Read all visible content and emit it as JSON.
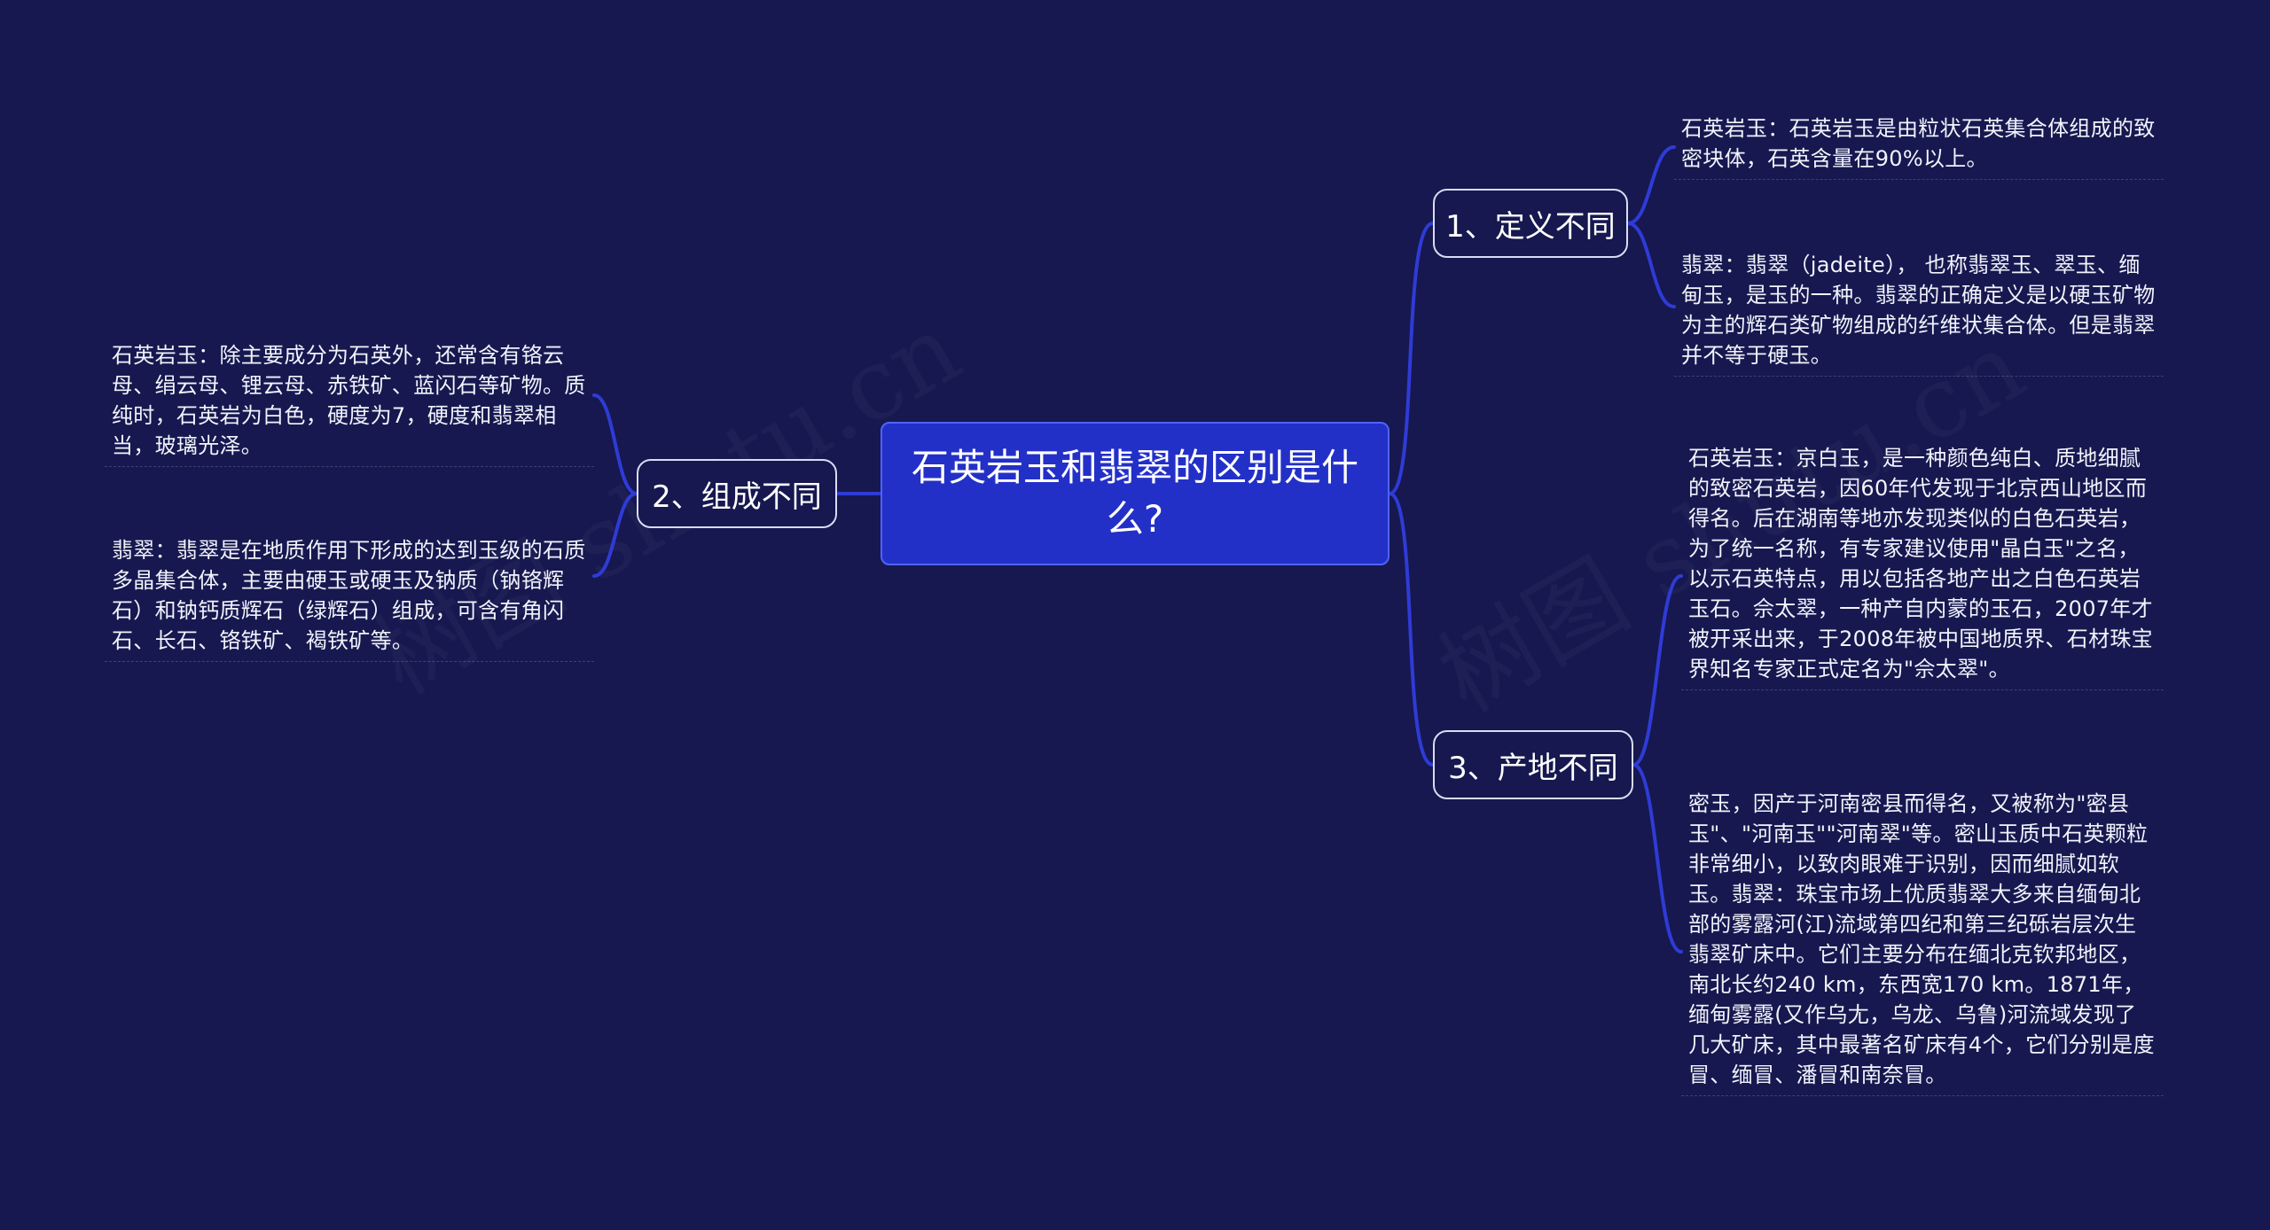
{
  "root": {
    "title": "石英岩玉和翡翠的区别是什么?"
  },
  "branches": {
    "definition": {
      "label": "1、定义不同",
      "leaves": [
        "石英岩玉：石英岩玉是由粒状石英集合体组成的致密块体，石英含量在90%以上。",
        "翡翠：翡翠（jadeite）， 也称翡翠玉、翠玉、缅甸玉，是玉的一种。翡翠的正确定义是以硬玉矿物为主的辉石类矿物组成的纤维状集合体。但是翡翠并不等于硬玉。"
      ]
    },
    "composition": {
      "label": "2、组成不同",
      "leaves": [
        "石英岩玉：除主要成分为石英外，还常含有铬云母、绢云母、锂云母、赤铁矿、蓝闪石等矿物。质纯时，石英岩为白色，硬度为7，硬度和翡翠相当，玻璃光泽。",
        "翡翠：翡翠是在地质作用下形成的达到玉级的石质多晶集合体，主要由硬玉或硬玉及钠质（钠铬辉石）和钠钙质辉石（绿辉石）组成，可含有角闪石、长石、铬铁矿、褐铁矿等。"
      ]
    },
    "origin": {
      "label": "3、产地不同",
      "leaves": [
        "石英岩玉：京白玉，是一种颜色纯白、质地细腻的致密石英岩，因60年代发现于北京西山地区而得名。后在湖南等地亦发现类似的白色石英岩，为了统一名称，有专家建议使用\"晶白玉\"之名，以示石英特点，用以包括各地产出之白色石英岩玉石。佘太翠，一种产自内蒙的玉石，2007年才被开采出来，于2008年被中国地质界、石材珠宝界知名专家正式定名为\"佘太翠\"。",
        "密玉，因产于河南密县而得名，又被称为\"密县玉\"、\"河南玉\"\"河南翠\"等。密山玉质中石英颗粒非常细小，以致肉眼难于识别，因而细腻如软玉。翡翠：珠宝市场上优质翡翠大多来自缅甸北部的雾露河(江)流域第四纪和第三纪砾岩层次生翡翠矿床中。它们主要分布在缅北克钦邦地区，南北长约240 km，东西宽170 km。1871年，缅甸雾露(又作乌尢，乌龙、乌鲁)河流域发现了几大矿床，其中最著名矿床有4个，它们分别是度冒、缅冒、潘冒和南奈冒。"
      ]
    }
  },
  "watermark": "树图 shutu.cn",
  "colors": {
    "background": "#16184f",
    "root_fill": "#2330c8",
    "link": "#2f3bd6"
  }
}
